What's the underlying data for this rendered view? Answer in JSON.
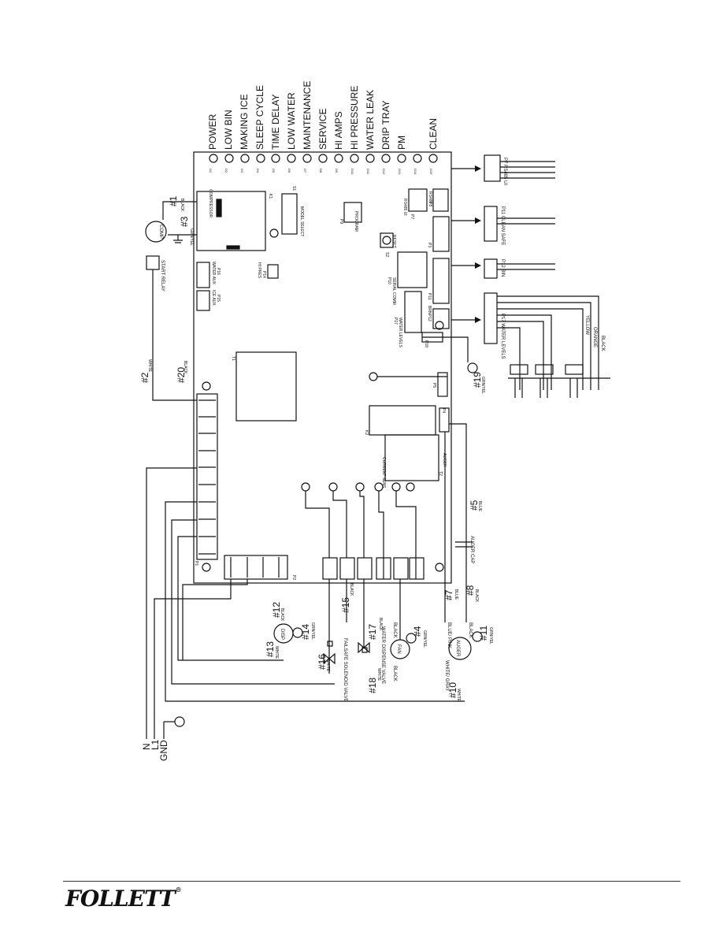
{
  "indicators": [
    "POWER",
    "LOW BIN",
    "MAKING ICE",
    "SLEEP CYCLE",
    "TIME DELAY",
    "LOW WATER",
    "MAINTENANCE",
    "SERVICE",
    "HI AMPS",
    "HI PRESSURE",
    "WATER LEAK",
    "DRIP TRAY",
    "PM",
    "",
    "CLEAN"
  ],
  "leds": [
    "D1",
    "D2",
    "D3",
    "D4",
    "D5",
    "D6",
    "D7",
    "D8",
    "D9",
    "D10",
    "D11",
    "D12",
    "D13",
    "D14",
    "D15"
  ],
  "board": {
    "compressor": "COMPRESSOR",
    "k1": "K1",
    "s1": "S1",
    "model_select": "MODEL SELECT",
    "p9": "P9",
    "program": "PROGRAM",
    "reset": "RESET",
    "s2": "S2",
    "rs485_ui": "RS485 UI",
    "p7": "P7",
    "p8": "P8",
    "rs485": "RS485",
    "p3": "P3",
    "p10": "P10",
    "serial_comm": "SERIAL COMM",
    "p11": "P11",
    "p12": "P12",
    "brn": "BRN",
    "p17": "P17",
    "water_levels": "WATER LEVELS",
    "p18": "P18",
    "p16": "P16",
    "water_aux": "WATER AUX",
    "p15": "P15",
    "ice_aux": "ICE AUX",
    "p14": "P14",
    "hi_pres": "HI PRES",
    "t1": "T1",
    "p5": "P5",
    "k2": "K2",
    "p4": "P4",
    "auger": "AUGER",
    "t2": "T2",
    "current_sens": "CURRENT SENS",
    "p1": "P1",
    "p2": "P2"
  },
  "connectors_right": {
    "p7": "P7  RS485 UI",
    "p11": "P11  CLEAN SAFE",
    "p12": "P12  BIN",
    "p17": "P17  WATER LEVELS"
  },
  "water_wires": [
    "YELLOW",
    "ORANGE",
    "BLACK"
  ],
  "wires": {
    "w1": "#1",
    "w1c": "BLACK",
    "w2": "#2",
    "w2c": "WHITE",
    "w3": "#3",
    "w3c": "GRN/YEL",
    "w4": "#4",
    "w4c": "GRN/YEL",
    "w5": "#5",
    "w5c": "BLUE",
    "w7": "#7",
    "w7c": "BLUE",
    "w8": "#8",
    "w8c": "BLACK",
    "w10": "#10",
    "w10c": "WHITE",
    "w11": "#11",
    "w11c": "GRN/YEL",
    "w12": "#12",
    "w12c": "BLACK",
    "w13": "#13",
    "w13c": "WHITE",
    "w14": "#14",
    "w14c": "GRN/YEL",
    "w15": "#15",
    "w15c": "BLACK",
    "w16": "#16",
    "w16c": "WHITE",
    "w17": "#17",
    "w17c": "BLACK",
    "w18": "#18",
    "w18c": "WHITE",
    "w19": "#19",
    "w19c": "GRN/YEL",
    "w20": "#20",
    "w20c": "BLACK"
  },
  "components": {
    "comp": "COMP",
    "start_relay": "START RELAY",
    "disp": "DISP",
    "failsafe_valve": "FAILSAFE SOLENOID VALVE",
    "water_valve": "WATER DISPENSE VALVE",
    "fan": "FAN",
    "fan_black_a": "BLACK",
    "fan_black_b": "BLACK",
    "auger": "AUGER",
    "auger_cap": "AUGER CAP",
    "auger_in": "WHITE/ GRAY",
    "auger_out": "BLUE/ PINK",
    "auger_black": "BLACK"
  },
  "supply": [
    "N",
    "L1",
    "GND"
  ],
  "footer": {
    "brand": "FOLLETT",
    "mark": "®"
  }
}
